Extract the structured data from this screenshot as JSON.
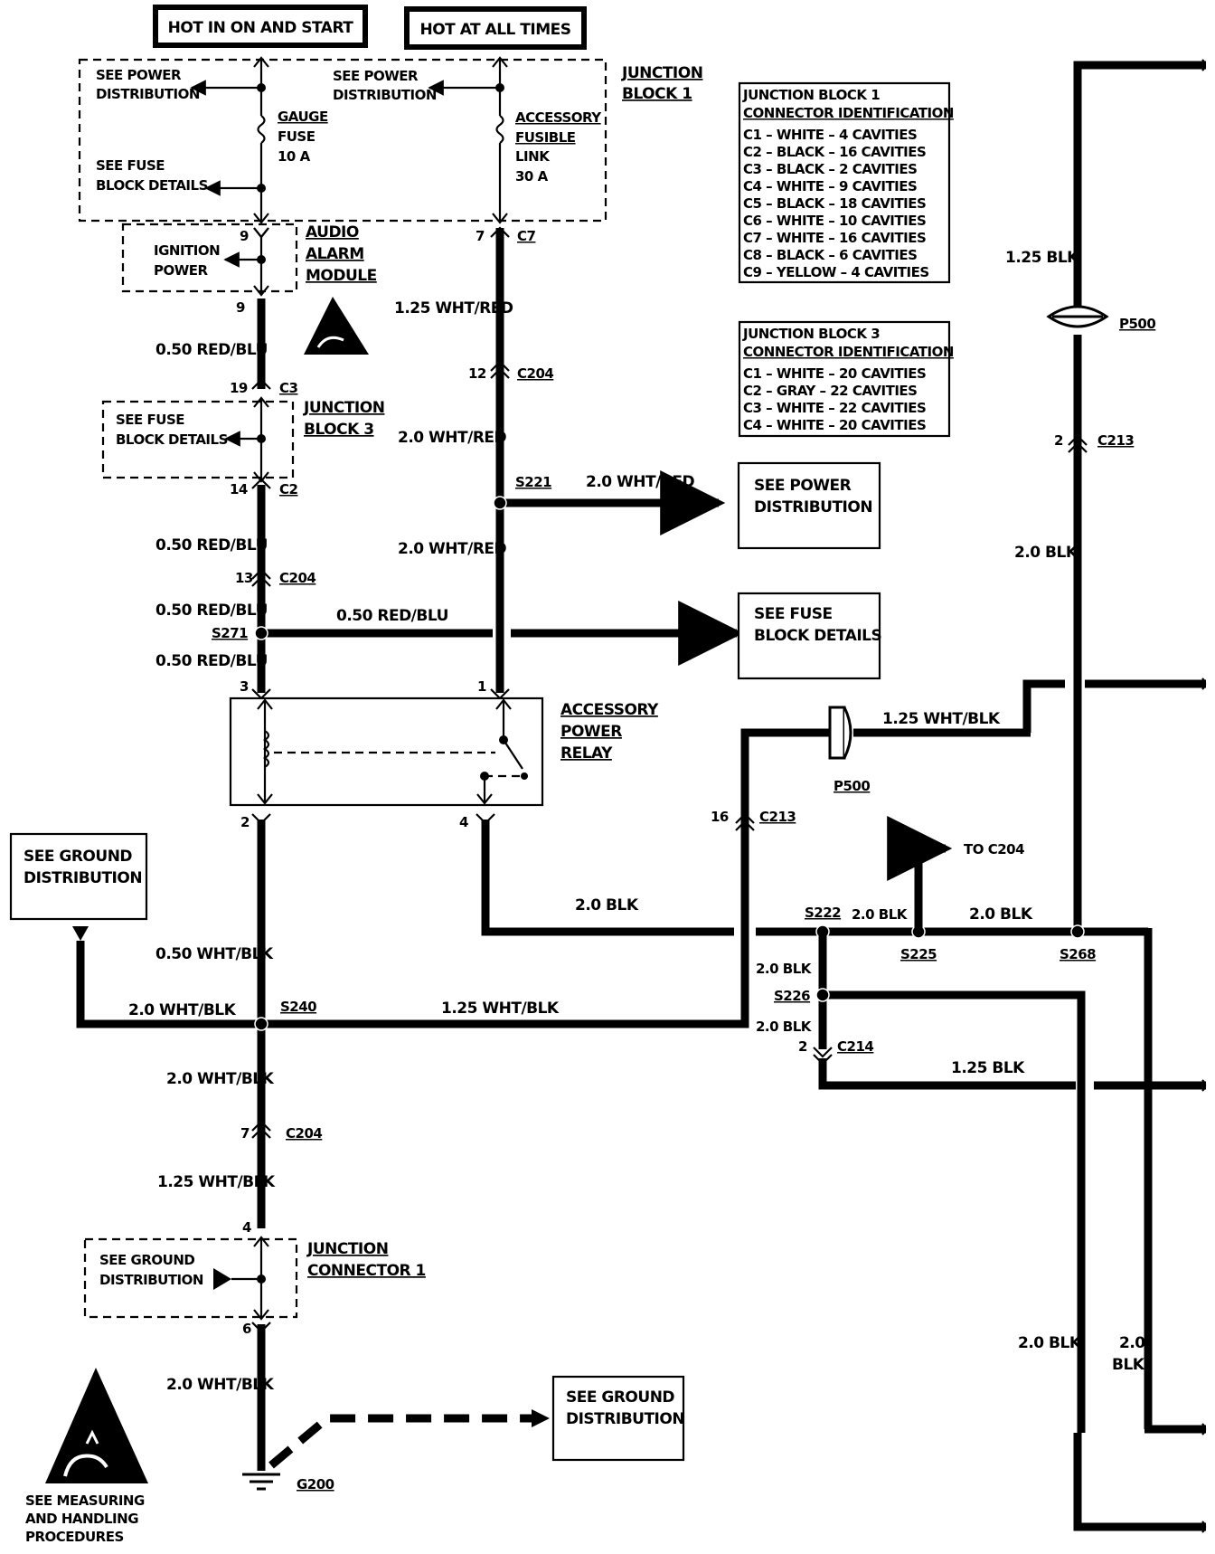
{
  "headers": {
    "hot_in_on_start": "HOT IN ON AND START",
    "hot_at_all_times": "HOT AT ALL TIMES"
  },
  "junction_block_1": {
    "title_line1": "JUNCTION",
    "title_line2": "BLOCK 1",
    "see_power_1_line1": "SEE POWER",
    "see_power_1_line2": "DISTRIBUTION",
    "see_power_2_line1": "SEE POWER",
    "see_power_2_line2": "DISTRIBUTION",
    "gauge_fuse_line1": "GAUGE",
    "gauge_fuse_line2": "FUSE",
    "gauge_fuse_line3": "10 A",
    "accessory_link_line1": "ACCESSORY",
    "accessory_link_line2": "FUSIBLE",
    "accessory_link_line3": "LINK",
    "accessory_link_line4": "30 A",
    "see_fuse_line1": "SEE FUSE",
    "see_fuse_line2": "BLOCK DETAILS"
  },
  "jb1_table": {
    "title_line1": "JUNCTION BLOCK 1",
    "title_line2": "CONNECTOR IDENTIFICATION",
    "rows": [
      "C1 – WHITE – 4 CAVITIES",
      "C2 – BLACK – 16 CAVITIES",
      "C3 – BLACK – 2 CAVITIES",
      "C4 – WHITE – 9 CAVITIES",
      "C5 – BLACK – 18 CAVITIES",
      "C6 – WHITE – 10 CAVITIES",
      "C7 – WHITE – 16 CAVITIES",
      "C8 – BLACK – 6 CAVITIES",
      "C9 – YELLOW – 4 CAVITIES"
    ]
  },
  "jb3_table": {
    "title_line1": "JUNCTION BLOCK 3",
    "title_line2": "CONNECTOR IDENTIFICATION",
    "rows": [
      "C1 – WHITE – 20 CAVITIES",
      "C2 – GRAY – 22 CAVITIES",
      "C3 – WHITE – 22 CAVITIES",
      "C4 – WHITE – 20 CAVITIES"
    ]
  },
  "audio_alarm": {
    "pin_top": "9",
    "pin_bottom": "9",
    "label_line1": "IGNITION",
    "label_line2": "POWER",
    "title_line1": "AUDIO",
    "title_line2": "ALARM",
    "title_line3": "MODULE"
  },
  "junction_block_3": {
    "pin_top": "19",
    "conn_top": "C3",
    "pin_bottom": "14",
    "conn_bottom": "C2",
    "see_fuse_line1": "SEE FUSE",
    "see_fuse_line2": "BLOCK DETAILS",
    "title_line1": "JUNCTION",
    "title_line2": "BLOCK 3"
  },
  "relay": {
    "title_line1": "ACCESSORY",
    "title_line2": "POWER",
    "title_line3": "RELAY",
    "pin3": "3",
    "pin1": "1",
    "pin2": "2",
    "pin4": "4"
  },
  "junction_connector_1": {
    "pin_top": "4",
    "pin_bottom": "6",
    "label_line1": "SEE GROUND",
    "label_line2": "DISTRIBUTION",
    "title_line1": "JUNCTION",
    "title_line2": "CONNECTOR 1"
  },
  "boxes": {
    "see_power_dist_line1": "SEE POWER",
    "see_power_dist_line2": "DISTRIBUTION",
    "see_fuse_block_line1": "SEE FUSE",
    "see_fuse_block_line2": "BLOCK DETAILS",
    "see_ground_left_line1": "SEE GROUND",
    "see_ground_left_line2": "DISTRIBUTION",
    "see_ground_bottom_line1": "SEE GROUND",
    "see_ground_bottom_line2": "DISTRIBUTION"
  },
  "esd": {
    "line1": "SEE MEASURING",
    "line2": "AND HANDLING",
    "line3": "PROCEDURES"
  },
  "wires": {
    "w_125_wht_red": "1.25 WHT/RED",
    "w_050_red_blu_1": "0.50 RED/BLU",
    "w_20_wht_red_1": "2.0 WHT/RED",
    "w_20_wht_red_s221": "2.0 WHT/RED",
    "w_050_red_blu_2": "0.50 RED/BLU",
    "w_20_wht_red_2": "2.0 WHT/RED",
    "w_050_red_blu_3": "0.50 RED/BLU",
    "w_050_red_blu_s271": "0.50 RED/BLU",
    "w_050_red_blu_4": "0.50 RED/BLU",
    "w_20_blk_relay": "2.0 BLK",
    "w_050_wht_blk": "0.50 WHT/BLK",
    "w_20_wht_blk_left": "2.0 WHT/BLK",
    "w_125_wht_blk_s240": "1.25 WHT/BLK",
    "w_20_wht_blk_2": "2.0 WHT/BLK",
    "w_125_wht_blk_3": "1.25 WHT/BLK",
    "w_20_wht_blk_4": "2.0 WHT/BLK",
    "w_125_wht_blk_p500": "1.25 WHT/BLK",
    "w_125_blk_right": "1.25 BLK",
    "w_20_blk_right": "2.0 BLK",
    "w_20_blk_s222": "2.0 BLK",
    "w_20_blk_s225": "2.0 BLK",
    "w_20_blk_s226a": "2.0 BLK",
    "w_20_blk_s226b": "2.0 BLK",
    "w_125_blk_c214": "1.25 BLK",
    "w_20_blk_bottom": "2.0 BLK",
    "w_20_bottom_line1": "2.0",
    "w_20_bottom_line2": "BLK"
  },
  "connectors": {
    "c7_pin": "7",
    "c7": "C7",
    "c204_a_pin": "12",
    "c204_a": "C204",
    "c204_b_pin": "13",
    "c204_b": "C204",
    "c204_c_pin": "7",
    "c204_c": "C204",
    "c213_a_pin": "16",
    "c213_a": "C213",
    "c213_b_pin": "2",
    "c213_b": "C213",
    "c214_pin": "2",
    "c214": "C214",
    "p500_a": "P500",
    "p500_b": "P500",
    "to_c204": "TO C204"
  },
  "splices": {
    "s221": "S221",
    "s271": "S271",
    "s240": "S240",
    "s222": "S222",
    "s225": "S225",
    "s226": "S226",
    "s268": "S268"
  },
  "ground": {
    "g200": "G200"
  }
}
